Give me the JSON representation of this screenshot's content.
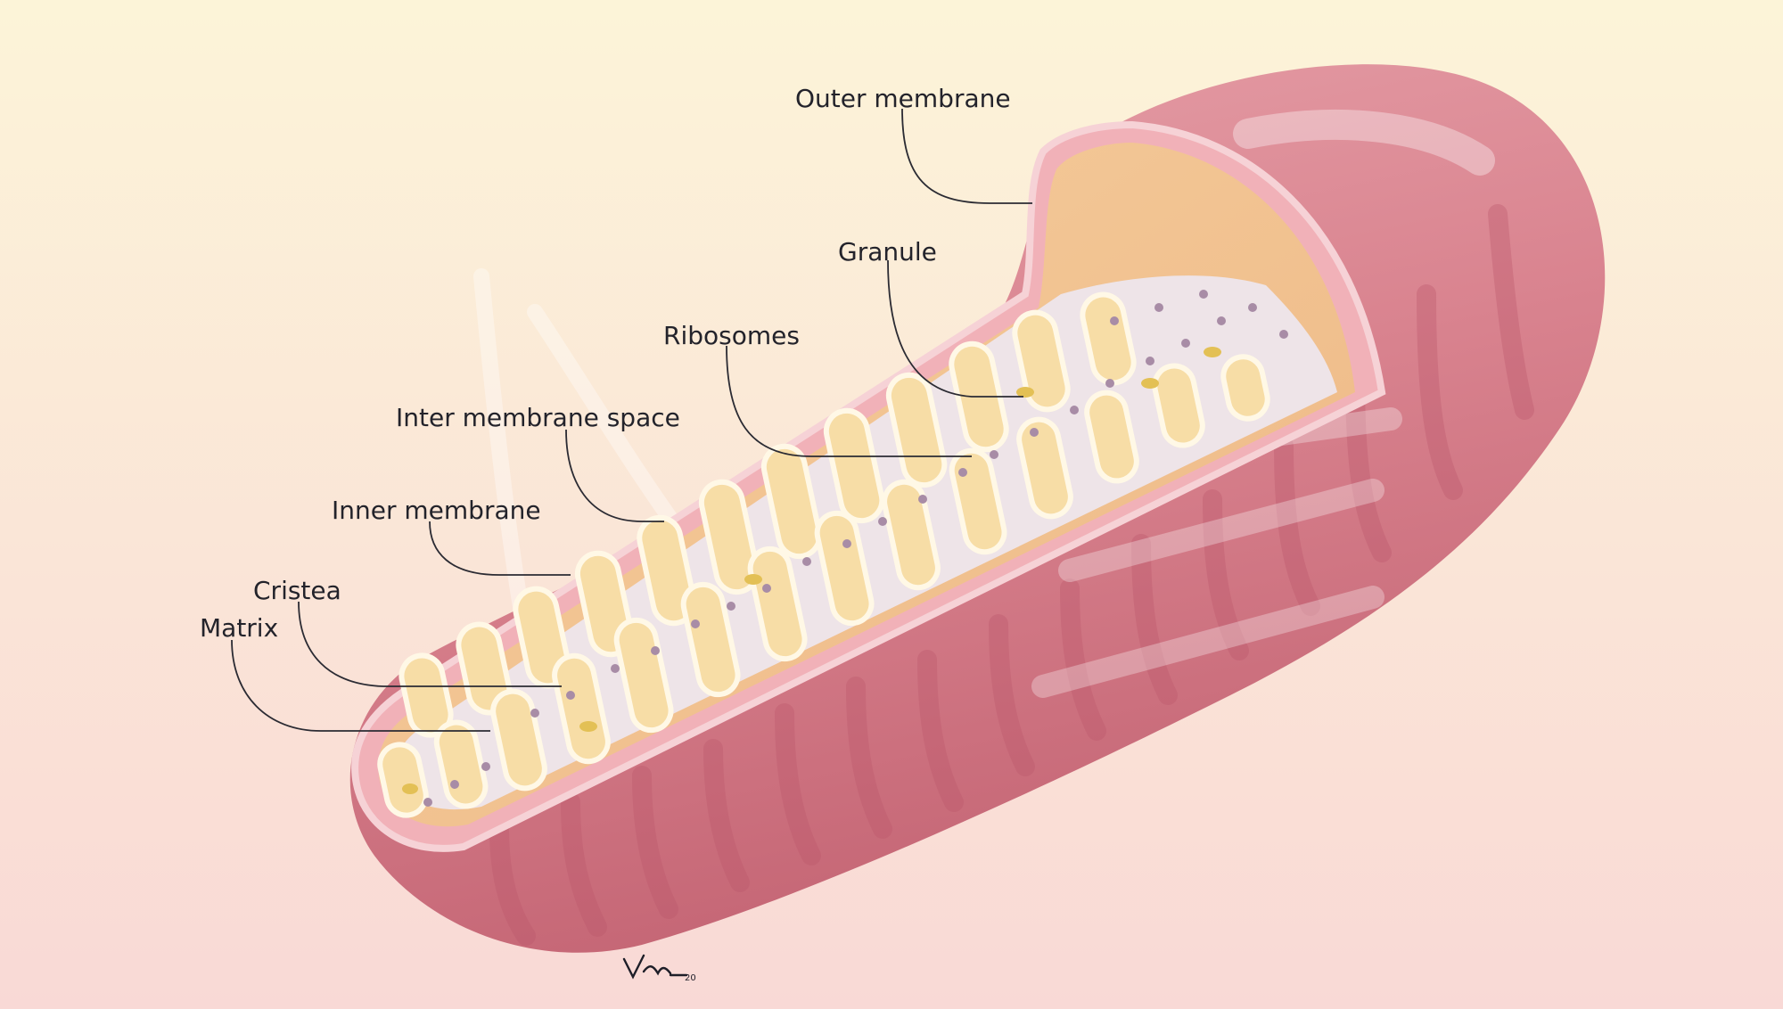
{
  "labels": {
    "outer_membrane": "Outer membrane",
    "granule": "Granule",
    "ribosomes": "Ribosomes",
    "inter_membrane_space": "Inter membrane space",
    "inner_membrane": "Inner membrane",
    "cristea": "Cristea",
    "matrix": "Matrix"
  },
  "signature": "Vinnie 20",
  "colors": {
    "background_top": "#FCF4D8",
    "background_bottom": "#F9D9D6",
    "outer_membrane": "#D9838F",
    "outer_membrane_dark": "#C2616F",
    "inner_cavity": "#F3C493",
    "cristae_fill": "#F7DDA6",
    "cristae_edge": "#FFF8E6",
    "matrix": "#EEE4E8",
    "ribosome": "#A88CA6",
    "granule": "#E3C055",
    "label_text": "#23232B"
  }
}
